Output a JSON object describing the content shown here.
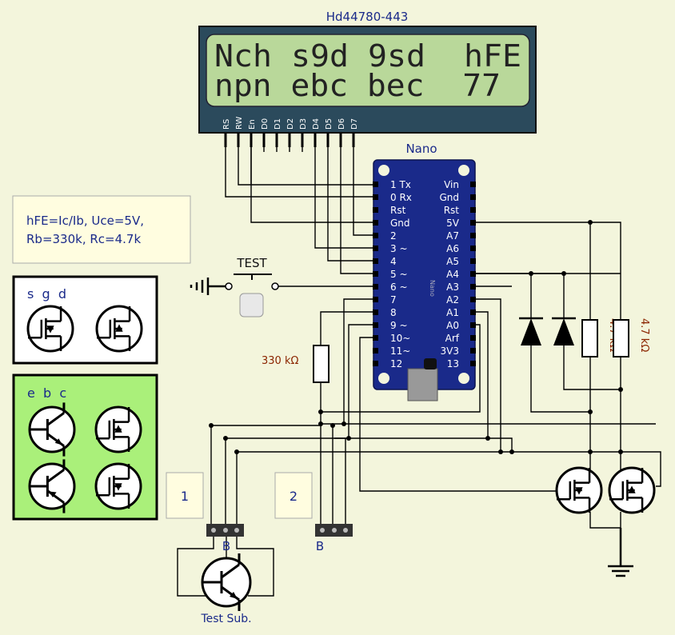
{
  "lcd": {
    "title": "Hd44780-443",
    "line1": "Nch s9d 9sd  hFE",
    "line2": "npn ebc bec  77",
    "pins": [
      "RS",
      "RW",
      "En",
      "D0",
      "D1",
      "D2",
      "D3",
      "D4",
      "D5",
      "D6",
      "D7"
    ]
  },
  "nano": {
    "title": "Nano",
    "board_text": "Nano",
    "left_pins": [
      "1 Tx",
      "0 Rx",
      "Rst",
      "Gnd",
      "2",
      "3 ~",
      "4",
      "5 ~",
      "6 ~",
      "7",
      "8",
      "9 ~",
      "10~",
      "11~",
      "12"
    ],
    "right_pins": [
      "Vin",
      "Gnd",
      "Rst",
      "5V",
      "A7",
      "A6",
      "A5",
      "A4",
      "A3",
      "A2",
      "A1",
      "A0",
      "Arf",
      "3V3",
      "13"
    ]
  },
  "info_note": {
    "line1": "hFE=Ic/Ib, Uce=5V,",
    "line2": "Rb=330k, Rc=4.7k"
  },
  "mosfet_box": {
    "label": "s  g  d"
  },
  "bjt_box": {
    "label": "e  b  c"
  },
  "test_button": {
    "label": "TEST"
  },
  "resistors": {
    "rb": "330 kΩ",
    "rc1": "4.7 kΩ",
    "rc2": "4.7 kΩ"
  },
  "sockets": {
    "box1": "1",
    "box2": "2",
    "label1": "B",
    "label2": "B"
  },
  "test_subject": {
    "label": "Test Sub."
  },
  "colors": {
    "background": "#f3f5dc",
    "lcd_screen": "#b9d89a",
    "nano_board": "#1a2a8a",
    "green_box": "#aaf07a",
    "note_box": "#fffde0"
  }
}
